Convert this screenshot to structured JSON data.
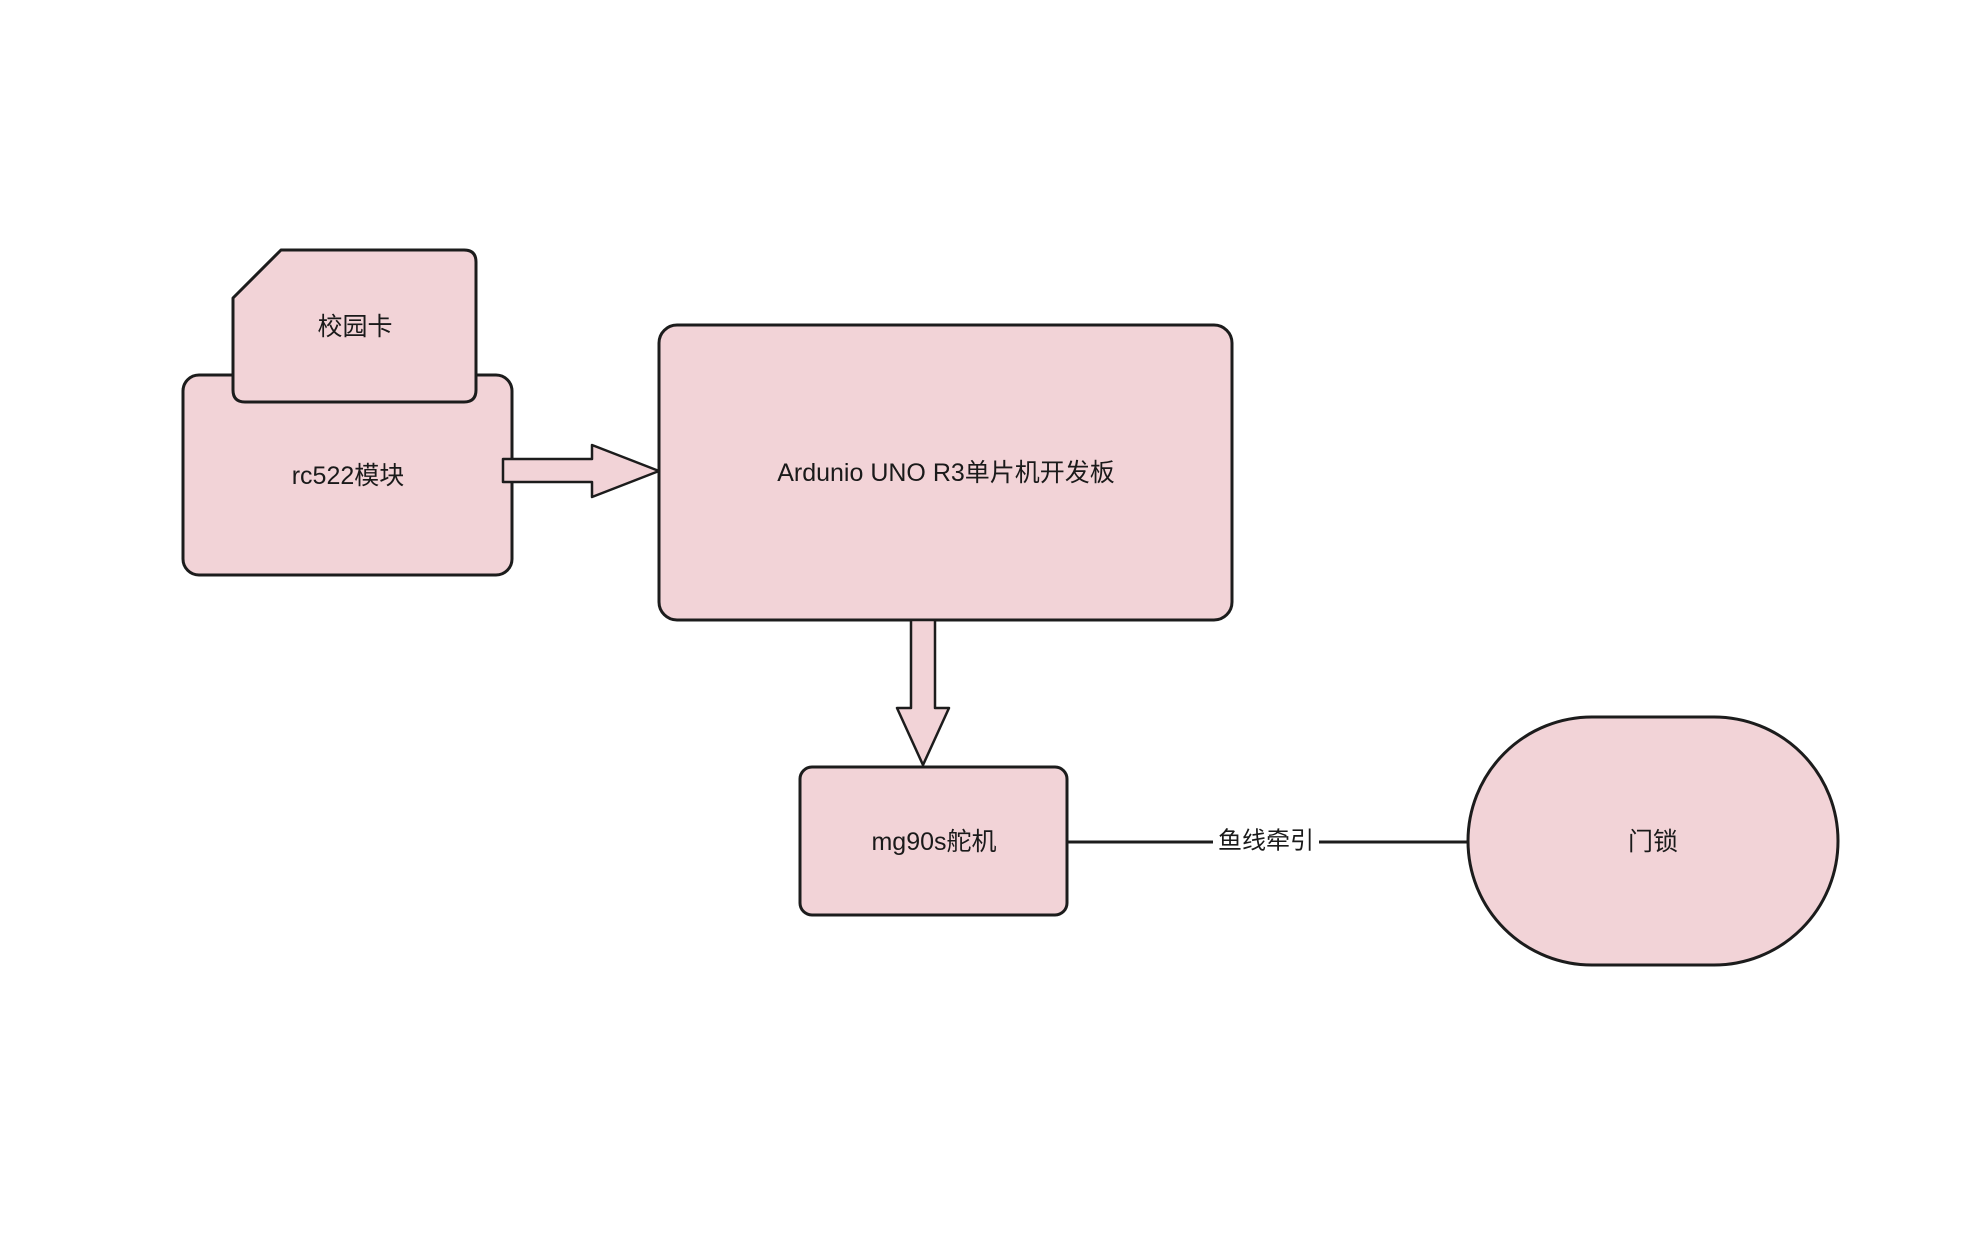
{
  "diagram": {
    "colors": {
      "background": "#ffffff",
      "node-fill": "#f2d3d7",
      "node-stroke": "#1c1c1c",
      "text": "#1a1a1a",
      "edge": "#1c1c1c"
    },
    "nodes": [
      {
        "id": "campus-card",
        "shape": "card",
        "label": "校园卡"
      },
      {
        "id": "rc522-module",
        "shape": "rounded-rectangle",
        "label": "rc522模块"
      },
      {
        "id": "arduino-board",
        "shape": "rounded-rectangle",
        "label": "Ardunio UNO R3单片机开发板"
      },
      {
        "id": "mg90s-servo",
        "shape": "rounded-rectangle",
        "label": "mg90s舵机"
      },
      {
        "id": "door-lock",
        "shape": "stadium",
        "label": "门锁"
      }
    ],
    "edges": [
      {
        "from": "rc522-module",
        "to": "arduino-board",
        "type": "block-arrow",
        "label": ""
      },
      {
        "from": "arduino-board",
        "to": "mg90s-servo",
        "type": "block-arrow",
        "label": ""
      },
      {
        "from": "mg90s-servo",
        "to": "door-lock",
        "type": "plain-line",
        "label": "鱼线牵引"
      }
    ]
  }
}
